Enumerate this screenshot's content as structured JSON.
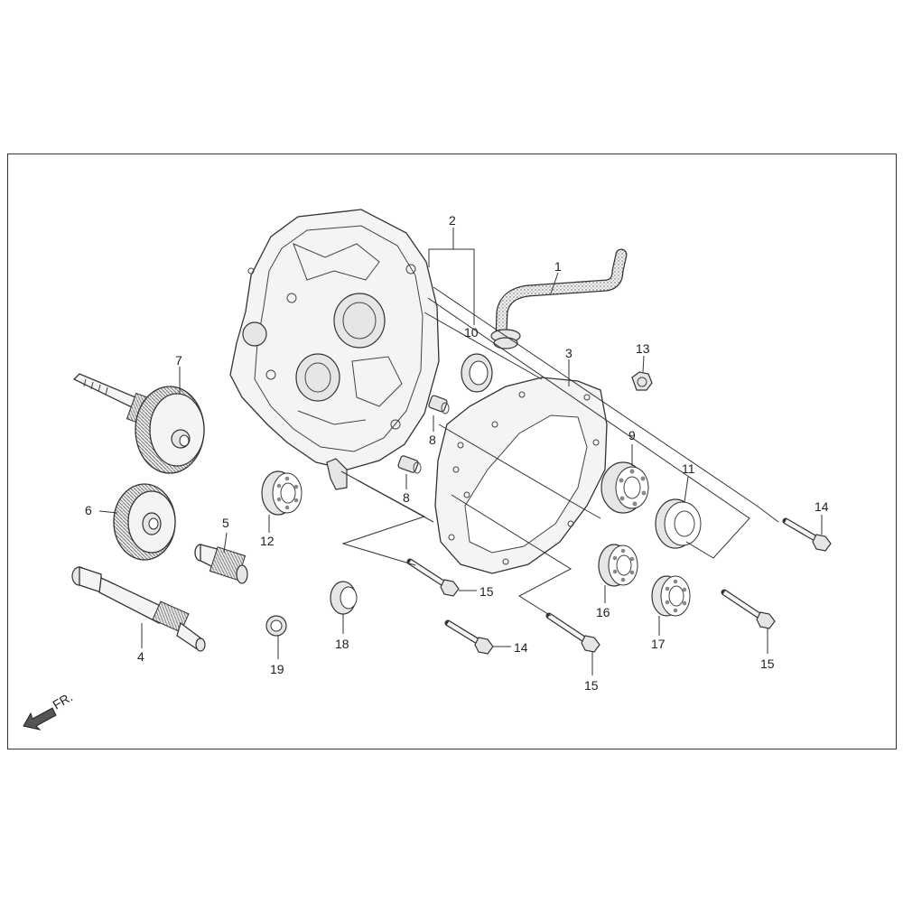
{
  "callouts": {
    "c1": "1",
    "c2": "2",
    "c3": "3",
    "c4": "4",
    "c5": "5",
    "c6": "6",
    "c7": "7",
    "c8a": "8",
    "c8b": "8",
    "c9": "9",
    "c10": "10",
    "c11": "11",
    "c12": "12",
    "c13": "13",
    "c14a": "14",
    "c14b": "14",
    "c15a": "15",
    "c15b": "15",
    "c15c": "15",
    "c16": "16",
    "c17": "17",
    "c18": "18",
    "c19": "19"
  },
  "direction_label": "FR.",
  "icons": {
    "direction": "front-arrow-icon"
  }
}
